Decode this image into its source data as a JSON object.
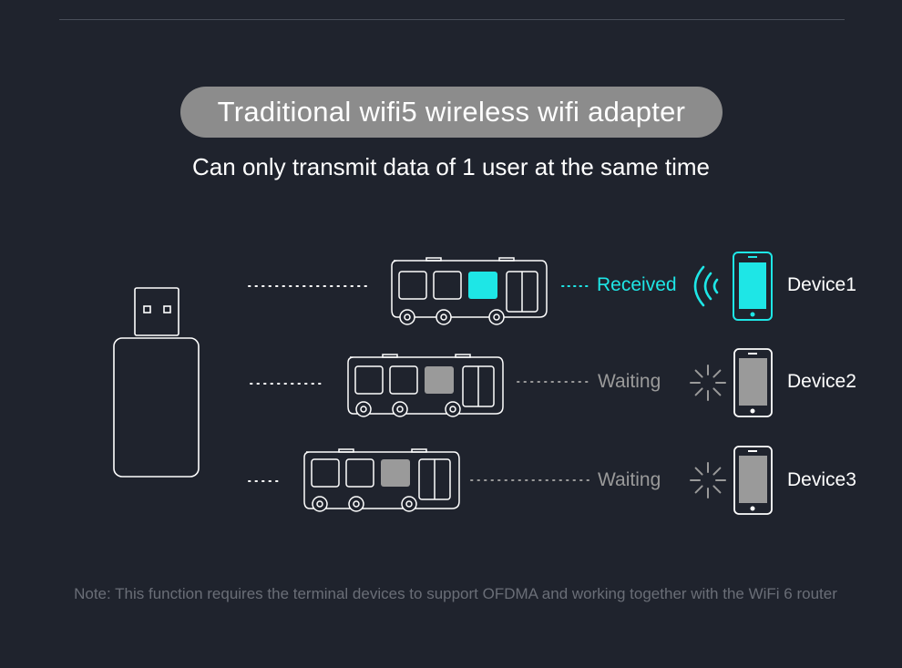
{
  "title": "Traditional wifi5 wireless wifi adapter",
  "subtitle": "Can only transmit data of 1 user at the same time",
  "rows": [
    {
      "status": "Received",
      "device": "Device1",
      "state": "received"
    },
    {
      "status": "Waiting",
      "device": "Device2",
      "state": "waiting"
    },
    {
      "status": "Waiting",
      "device": "Device3",
      "state": "waiting"
    }
  ],
  "note": "Note: This function requires the terminal devices to support OFDMA and working together with the WiFi 6 router",
  "colors": {
    "accent": "#1ee6e6",
    "waiting": "#9a9a9a",
    "background": "#1f232d"
  }
}
